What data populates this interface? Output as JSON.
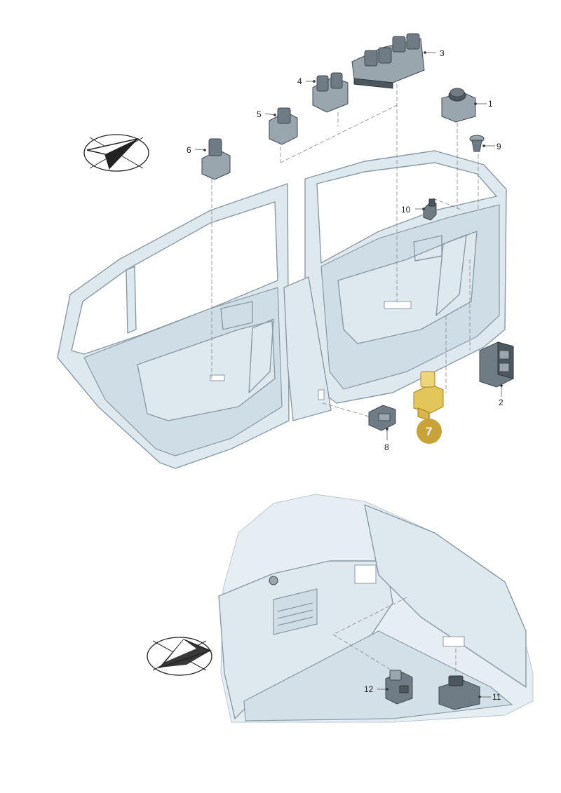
{
  "diagram": {
    "callouts": [
      {
        "id": "1",
        "label": "1"
      },
      {
        "id": "2",
        "label": "2"
      },
      {
        "id": "3",
        "label": "3"
      },
      {
        "id": "4",
        "label": "4"
      },
      {
        "id": "5",
        "label": "5"
      },
      {
        "id": "6",
        "label": "6"
      },
      {
        "id": "7",
        "label": "7"
      },
      {
        "id": "8",
        "label": "8"
      },
      {
        "id": "9",
        "label": "9"
      },
      {
        "id": "10",
        "label": "10"
      },
      {
        "id": "11",
        "label": "11"
      },
      {
        "id": "12",
        "label": "12"
      }
    ],
    "highlighted_part": "7",
    "colors": {
      "highlight": "#c9a23a",
      "highlight_part": "#e3c65a",
      "panel": "#dde8ef",
      "outline": "#8a9aa6",
      "part": "#6f7c86"
    },
    "icons": [
      "compass-arrow-icon",
      "compass-arrow-icon"
    ]
  }
}
